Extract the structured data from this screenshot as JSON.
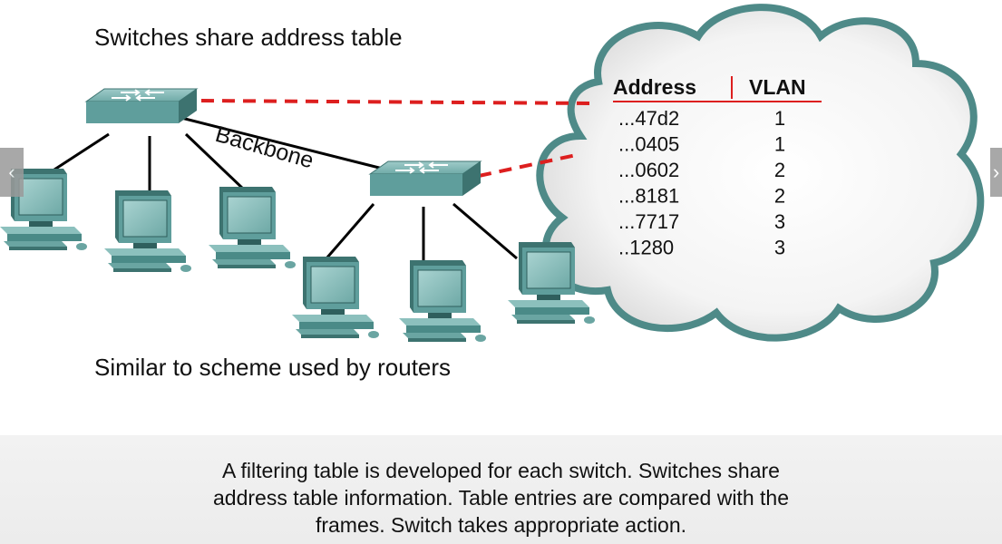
{
  "diagram": {
    "title": "Switches share address table",
    "subtitle": "Similar to scheme used by routers",
    "backbone_label": "Backbone",
    "table": {
      "headers": [
        "Address",
        "VLAN"
      ],
      "rows": [
        {
          "address": "...47d2",
          "vlan": "1"
        },
        {
          "address": "...0405",
          "vlan": "1"
        },
        {
          "address": "...0602",
          "vlan": "2"
        },
        {
          "address": "...8181",
          "vlan": "2"
        },
        {
          "address": "...7717",
          "vlan": "3"
        },
        {
          "address": "..1280",
          "vlan": "3"
        }
      ]
    },
    "colors": {
      "device_teal": "#5f9e9c",
      "device_teal_dark": "#3d7370",
      "link_red": "#dd1f1f",
      "cloud_edge": "#4e8a88"
    }
  },
  "caption": {
    "lines": [
      "A filtering table is developed for each switch. Switches share",
      "address table information. Table entries are compared with the",
      "frames. Switch takes appropriate action."
    ]
  },
  "nav": {
    "prev_icon": "chevron-left-icon",
    "next_icon": "chevron-right-icon",
    "prev_glyph": "‹",
    "next_glyph": "›"
  }
}
